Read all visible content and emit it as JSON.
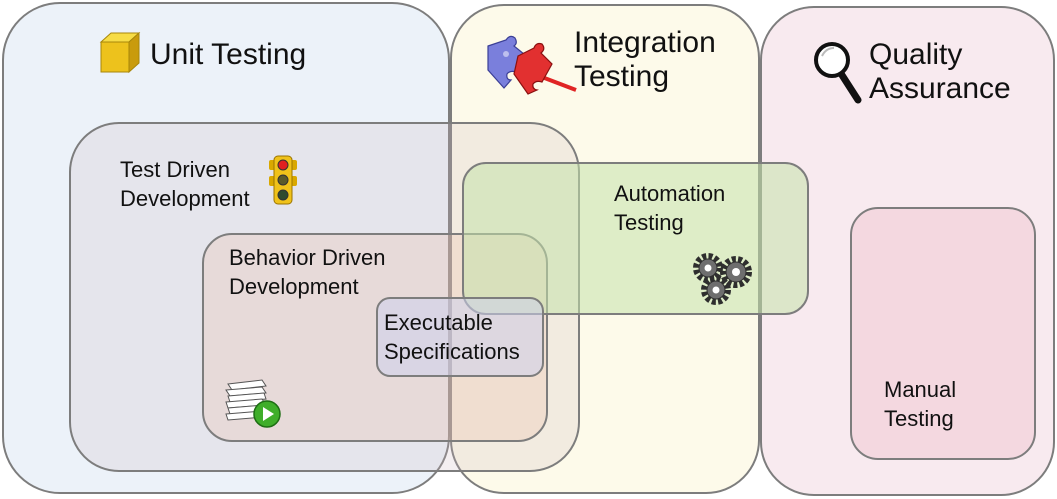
{
  "regions": {
    "unit_testing": "Unit Testing",
    "integration_testing": [
      "Integration",
      "Testing"
    ],
    "quality_assurance": [
      "Quality",
      "Assurance"
    ],
    "test_driven_development": [
      "Test Driven",
      "Development"
    ],
    "behavior_driven_development": [
      "Behavior Driven",
      "Development"
    ],
    "automation_testing": [
      "Automation",
      "Testing"
    ],
    "executable_specifications": [
      "Executable",
      "Specifications"
    ],
    "manual_testing": [
      "Manual",
      "Testing"
    ]
  },
  "icons": {
    "unit_testing": "yellow-cube-icon",
    "integration_testing": "puzzle-pieces-icon",
    "quality_assurance": "magnifying-glass-icon",
    "test_driven_development": "traffic-light-icon",
    "behavior_driven_development": "document-stack-play-icon",
    "automation_testing": "gears-icon"
  }
}
